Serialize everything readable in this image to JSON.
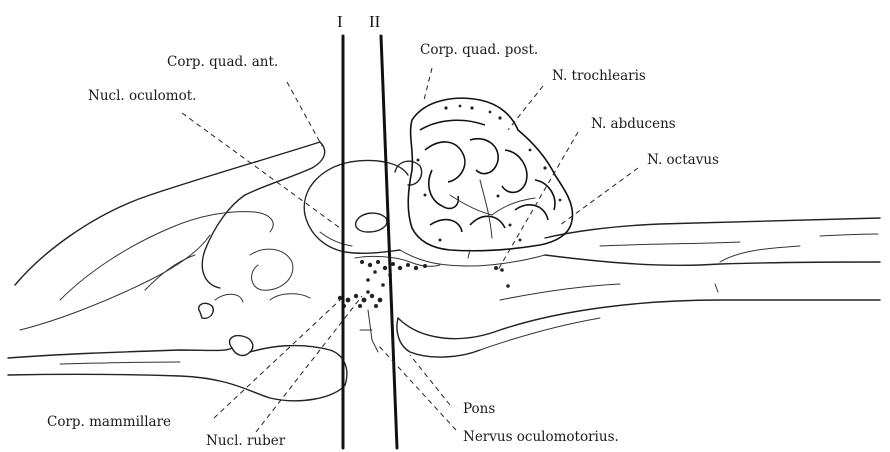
{
  "section_markers": [
    "I",
    "II"
  ],
  "labels": {
    "corp_quad_ant": "Corp. quad. ant.",
    "corp_quad_post": "Corp. quad. post.",
    "nucl_oculomot": "Nucl. oculomot.",
    "n_trochlearis": "N. trochlearis",
    "n_abducens": "N. abducens",
    "n_octavus": "N. octavus",
    "corp_mammillare": "Corp. mammillare",
    "nucl_ruber": "Nucl. ruber",
    "pons": "Pons",
    "nervus_oculomotorius": "Nervus oculomotorius."
  }
}
